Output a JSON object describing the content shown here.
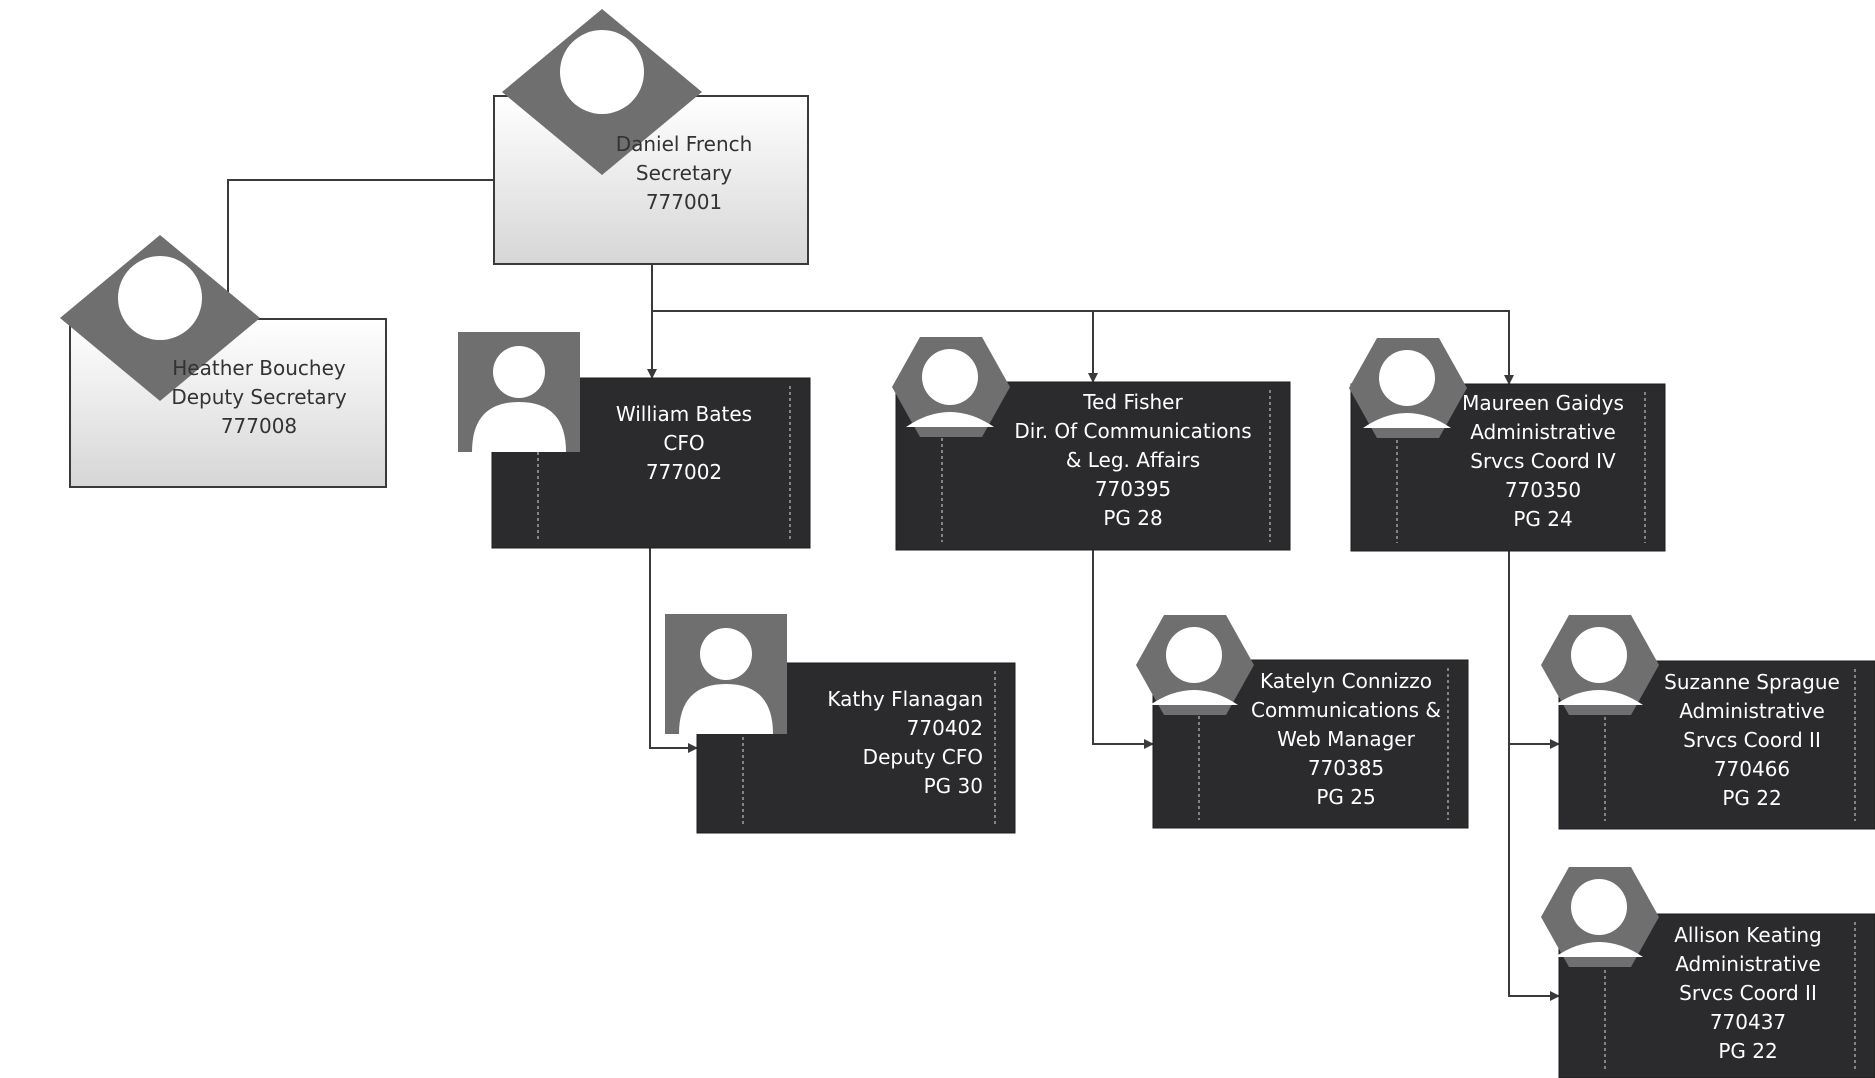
{
  "nodes": [
    {
      "id": "french",
      "lines": [
        "Daniel French",
        "Secretary",
        "777001"
      ],
      "style": "light",
      "avatar": "diamond"
    },
    {
      "id": "bouchey",
      "lines": [
        "Heather Bouchey",
        "Deputy Secretary",
        "777008"
      ],
      "style": "light",
      "avatar": "diamond"
    },
    {
      "id": "bates",
      "lines": [
        "William Bates",
        "CFO",
        "777002"
      ],
      "style": "dark",
      "avatar": "square"
    },
    {
      "id": "fisher",
      "lines": [
        "Ted Fisher",
        "Dir. Of Communications",
        "& Leg. Affairs",
        "770395",
        "PG 28"
      ],
      "style": "dark",
      "avatar": "hexagon"
    },
    {
      "id": "gaidys",
      "lines": [
        "Maureen Gaidys",
        "Administrative",
        "Srvcs Coord IV",
        "770350",
        "PG 24"
      ],
      "style": "dark",
      "avatar": "hexagon"
    },
    {
      "id": "flanagan",
      "lines": [
        "Kathy Flanagan",
        "770402",
        "Deputy CFO",
        "PG 30"
      ],
      "style": "dark",
      "avatar": "square"
    },
    {
      "id": "connizzo",
      "lines": [
        "Katelyn Connizzo",
        "Communications &",
        "Web Manager",
        "770385",
        "PG 25"
      ],
      "style": "dark",
      "avatar": "hexagon"
    },
    {
      "id": "sprague",
      "lines": [
        "Suzanne Sprague",
        "Administrative",
        "Srvcs Coord II",
        "770466",
        "PG 22"
      ],
      "style": "dark",
      "avatar": "hexagon"
    },
    {
      "id": "keating",
      "lines": [
        "Allison Keating",
        "Administrative",
        "Srvcs Coord II",
        "770437",
        "PG 22"
      ],
      "style": "dark",
      "avatar": "hexagon"
    }
  ],
  "links": [
    {
      "from": "french",
      "to": "bouchey"
    },
    {
      "from": "french",
      "to": "bates"
    },
    {
      "from": "french",
      "to": "fisher"
    },
    {
      "from": "french",
      "to": "gaidys"
    },
    {
      "from": "bates",
      "to": "flanagan"
    },
    {
      "from": "fisher",
      "to": "connizzo"
    },
    {
      "from": "gaidys",
      "to": "sprague"
    },
    {
      "from": "gaidys",
      "to": "keating"
    }
  ],
  "colors": {
    "dark_box": "#2b2b2d",
    "light_box_top": "#ffffff",
    "light_box_bottom": "#d8d8d8",
    "avatar": "#6f6f6f",
    "connector": "#3a3a3a"
  }
}
